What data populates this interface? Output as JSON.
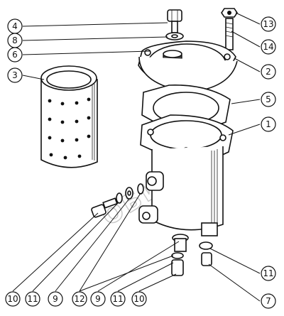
{
  "diagram": {
    "watermark_text": "ОБИЛИ",
    "callouts": [
      {
        "id": "c4",
        "label": "4"
      },
      {
        "id": "c8",
        "label": "8"
      },
      {
        "id": "c6",
        "label": "6"
      },
      {
        "id": "c3",
        "label": "3"
      },
      {
        "id": "c13",
        "label": "13"
      },
      {
        "id": "c14",
        "label": "14"
      },
      {
        "id": "c2",
        "label": "2"
      },
      {
        "id": "c5",
        "label": "5"
      },
      {
        "id": "c1",
        "label": "1"
      },
      {
        "id": "c11r",
        "label": "11"
      },
      {
        "id": "c7",
        "label": "7"
      },
      {
        "id": "b10a",
        "label": "10"
      },
      {
        "id": "b11a",
        "label": "11"
      },
      {
        "id": "b9a",
        "label": "9"
      },
      {
        "id": "b12",
        "label": "12"
      },
      {
        "id": "b9b",
        "label": "9"
      },
      {
        "id": "b11b",
        "label": "11"
      },
      {
        "id": "b10b",
        "label": "10"
      }
    ]
  }
}
